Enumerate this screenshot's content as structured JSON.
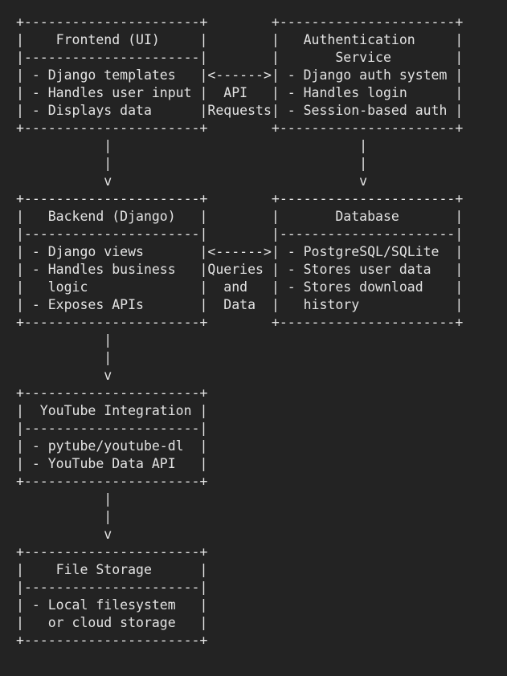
{
  "diagram": {
    "lines": [
      "+----------------------+        +----------------------+",
      "|    Frontend (UI)     |        |   Authentication     |",
      "|----------------------|        |       Service        |",
      "| - Django templates   |<------>| - Django auth system |",
      "| - Handles user input |  API   | - Handles login      |",
      "| - Displays data      |Requests| - Session-based auth |",
      "+----------------------+        +----------------------+",
      "           |                               |",
      "           |                               |",
      "           v                               v",
      "+----------------------+        +----------------------+",
      "|   Backend (Django)   |        |       Database       |",
      "|----------------------|        |----------------------|",
      "| - Django views       |<------>| - PostgreSQL/SQLite  |",
      "| - Handles business   |Queries | - Stores user data   |",
      "|   logic              |  and   | - Stores download    |",
      "| - Exposes APIs       |  Data  |   history            |",
      "+----------------------+        +----------------------+",
      "           |",
      "           |",
      "           v",
      "+----------------------+",
      "|  YouTube Integration |",
      "|----------------------|",
      "| - pytube/youtube-dl  |",
      "| - YouTube Data API   |",
      "+----------------------+",
      "           |",
      "           |",
      "           v",
      "+----------------------+",
      "|    File Storage      |",
      "|----------------------|",
      "| - Local filesystem   |",
      "|   or cloud storage   |",
      "+----------------------+"
    ]
  }
}
